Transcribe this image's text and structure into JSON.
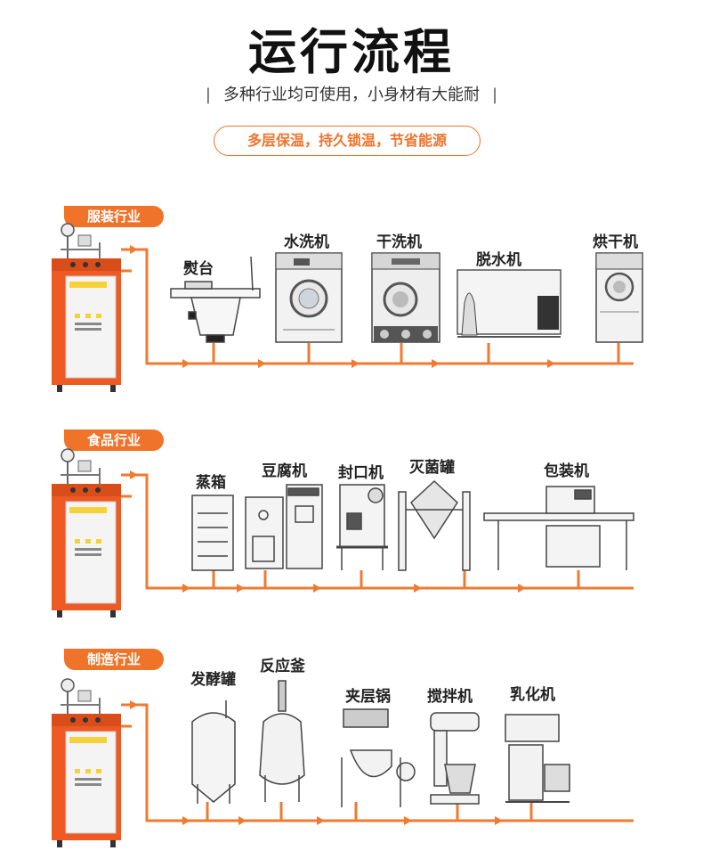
{
  "header": {
    "title": "运行流程",
    "subtitle": "多种行业均可使用，小身材有大能耐",
    "divider_left": "|",
    "divider_right": "|",
    "pill": "多层保温，持久锁温，节省能源"
  },
  "colors": {
    "accent": "#f0732a",
    "boiler": "#ee5a24",
    "line": "#f07a30"
  },
  "sections": [
    {
      "tag": "服装行业",
      "machines": [
        "熨台",
        "水洗机",
        "干洗机",
        "脱水机",
        "烘干机"
      ]
    },
    {
      "tag": "食品行业",
      "machines": [
        "蒸箱",
        "豆腐机",
        "封口机",
        "灭菌罐",
        "包装机"
      ]
    },
    {
      "tag": "制造行业",
      "machines": [
        "发酵罐",
        "反应釜",
        "夹层锅",
        "搅拌机",
        "乳化机"
      ]
    }
  ]
}
